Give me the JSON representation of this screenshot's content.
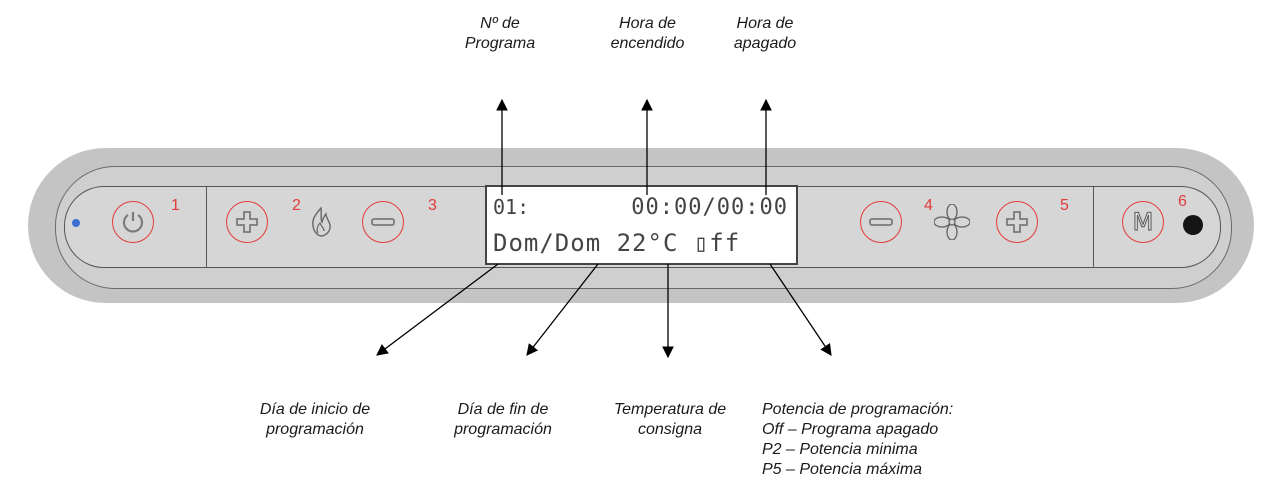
{
  "labels": {
    "program_number": "Nº de\nPrograma",
    "on_time": "Hora de\nencendido",
    "off_time": "Hora de\napagado",
    "start_day": "Día de inicio de\nprogramación",
    "end_day": "Día de fin de\nprogramación",
    "set_temperature": "Temperatura de\nconsigna",
    "power_title": "Potencia de programación:",
    "power_off": "Off – Programa apagado",
    "power_p2": "P2 – Potencia minima",
    "power_p5": "P5 – Potencia máxima"
  },
  "display": {
    "program": "01:",
    "time": "00:00/00:00",
    "row2": "Dom/Dom 22°C ▯ff"
  },
  "buttons": {
    "power_num": "1",
    "flame_plus_num": "2",
    "flame_minus_num": "3",
    "fan_minus_num": "4",
    "fan_plus_num": "5",
    "menu_num": "6",
    "menu_label": "M"
  },
  "colors": {
    "button_ring": "#e23b3b",
    "led_blue": "#3d6fd1",
    "panel": "#c4c4c4"
  }
}
